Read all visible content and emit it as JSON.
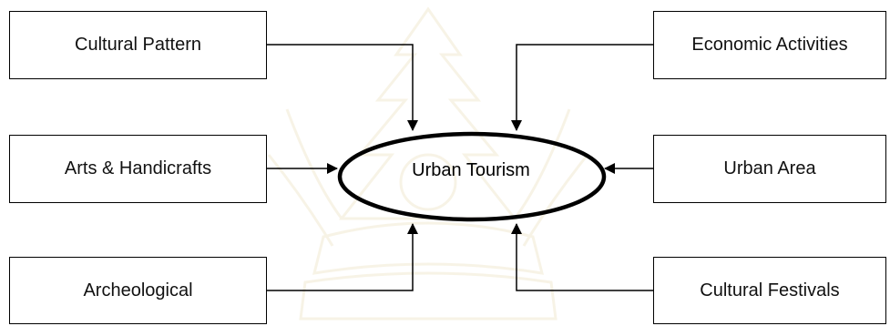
{
  "diagram": {
    "center": {
      "label": "Urban Tourism"
    },
    "nodes": [
      {
        "id": "cultural-pattern",
        "label": "Cultural Pattern"
      },
      {
        "id": "arts-handicrafts",
        "label": "Arts & Handicrafts"
      },
      {
        "id": "archeological",
        "label": "Archeological"
      },
      {
        "id": "economic-activities",
        "label": "Economic Activities"
      },
      {
        "id": "urban-area",
        "label": "Urban Area"
      },
      {
        "id": "cultural-festivals",
        "label": "Cultural Festivals"
      }
    ],
    "edges": [
      {
        "from": "cultural-pattern",
        "to": "center"
      },
      {
        "from": "arts-handicrafts",
        "to": "center"
      },
      {
        "from": "archeological",
        "to": "center"
      },
      {
        "from": "economic-activities",
        "to": "center"
      },
      {
        "from": "urban-area",
        "to": "center"
      },
      {
        "from": "cultural-festivals",
        "to": "center"
      }
    ]
  },
  "colors": {
    "stroke": "#000000",
    "watermark": "#c8a64a"
  }
}
